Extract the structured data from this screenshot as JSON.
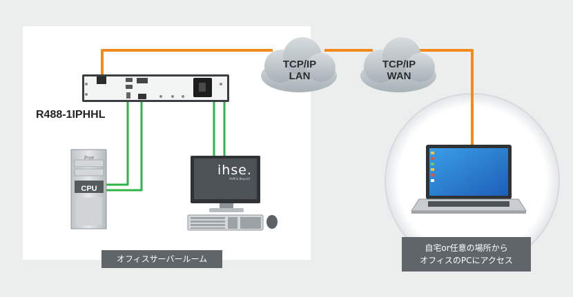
{
  "office": {
    "label": "オフィスサーバールーム"
  },
  "device": {
    "model": "R488-1IPHHL"
  },
  "cpu": {
    "label": "CPU",
    "brand": "ihse"
  },
  "monitor": {
    "brand": "ihse.",
    "tagline": "KVM & Beyond"
  },
  "clouds": {
    "lan": {
      "line1": "TCP/IP",
      "line2": "LAN"
    },
    "wan": {
      "line1": "TCP/IP",
      "line2": "WAN"
    }
  },
  "remote": {
    "line1": "自宅or任意の場所から",
    "line2": "オフィスのPCにアクセス"
  },
  "colors": {
    "network_line": "#f08a1c",
    "kvm_line": "#2db34a",
    "cloud": "#b8c0c4",
    "label_bg": "#5f6569"
  }
}
